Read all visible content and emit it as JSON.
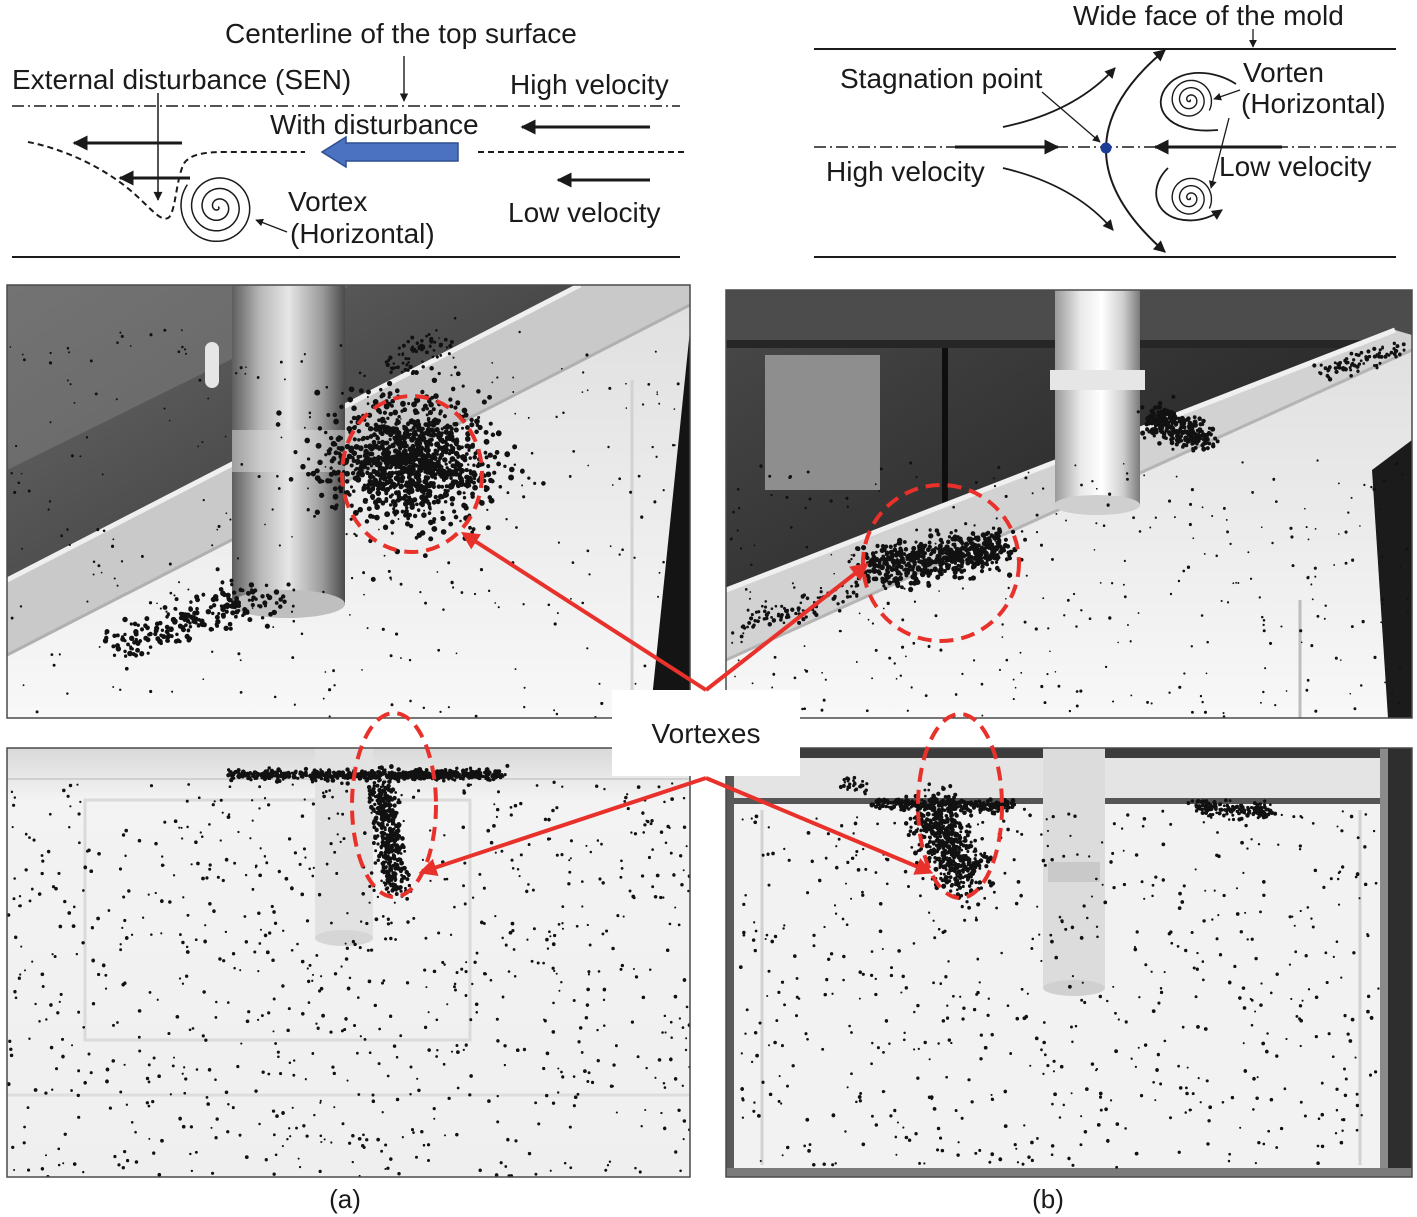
{
  "panel_a": {
    "diagram": {
      "centerline_label": "Centerline of the top surface",
      "external_disturbance_label": "External disturbance (SEN)",
      "high_velocity_label": "High velocity",
      "with_disturbance_label": "With disturbance",
      "vortex_label": "Vortex",
      "vortex_orientation_label": "(Horizontal)",
      "low_velocity_label": "Low velocity"
    },
    "caption": "(a)"
  },
  "panel_b": {
    "diagram": {
      "wide_face_label": "Wide face of the mold",
      "stagnation_point_label": "Stagnation point",
      "vortex_label": "Vorten",
      "vortex_orientation_label": "(Horizontal)",
      "high_velocity_label": "High velocity",
      "low_velocity_label": "Low velocity"
    },
    "caption": "(b)"
  },
  "callout": {
    "label": "Vortexes"
  },
  "colors": {
    "annotation_red": "#e8312a",
    "flow_arrow_blue": "#4a72c0",
    "flow_arrow_blue_edge": "#2f4f8f",
    "stagnation_point_blue": "#1c3d96"
  }
}
